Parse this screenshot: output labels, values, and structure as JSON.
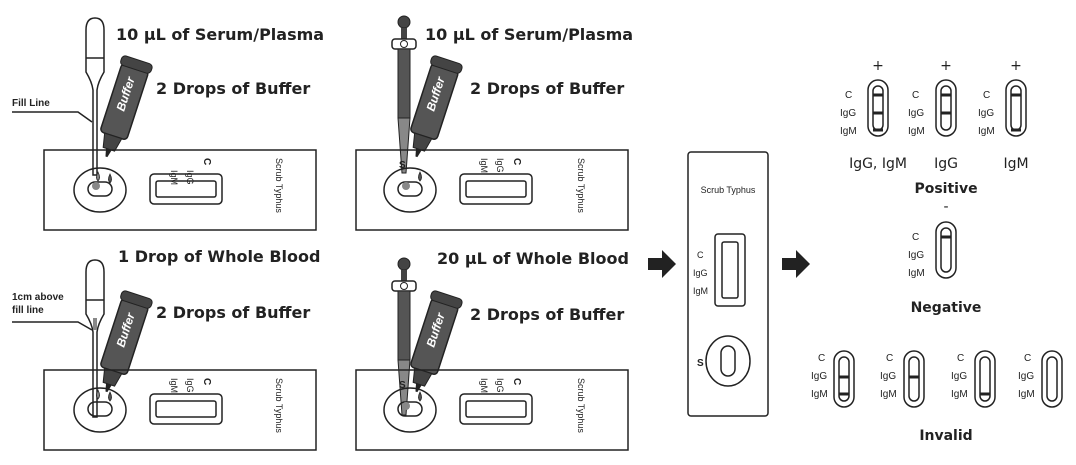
{
  "steps": {
    "serum_dropper": {
      "sample": "10 µL of Serum/Plasma",
      "buffer": "2 Drops of Buffer",
      "note": "Fill  Line"
    },
    "serum_pipette": {
      "sample": "10 µL of Serum/Plasma",
      "buffer": "2 Drops of Buffer"
    },
    "blood_dropper": {
      "sample": "1 Drop of Whole Blood",
      "buffer": "2 Drops of Buffer",
      "note_line1": "1cm above",
      "note_line2": "fill line"
    },
    "blood_pipette": {
      "sample": "20 µL of Whole Blood",
      "buffer": "2 Drops of Buffer"
    }
  },
  "bottle_label": "Buffer",
  "cassette": {
    "name": "Scrub Typhus",
    "c": "C",
    "igg": "IgG",
    "igm": "IgM",
    "s": "S"
  },
  "results": {
    "positive_label": "Positive",
    "negative_label": "Negative",
    "invalid_label": "Invalid",
    "plus": "+",
    "minus": "-",
    "pos_captions": [
      "IgG, IgM",
      "IgG",
      "IgM"
    ]
  }
}
